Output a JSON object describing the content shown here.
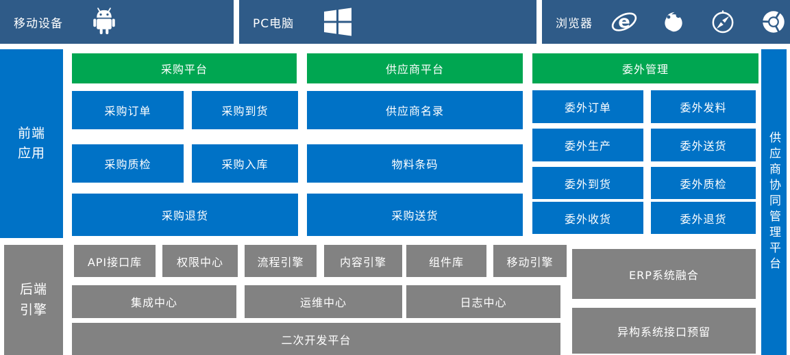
{
  "colors": {
    "topbar_blue": "#2F5B88",
    "node_blue": "#0072C6",
    "header_green": "#00A651",
    "backend_gray": "#828282",
    "text": "#ffffff"
  },
  "topbar": {
    "mobile_label": "移动设备",
    "mobile_icon": "android-icon",
    "pc_label": "PC电脑",
    "pc_icon": "windows-icon",
    "browser_label": "浏览器",
    "browser_icons": [
      "ie-icon",
      "firefox-icon",
      "safari-icon",
      "chrome-icon"
    ]
  },
  "sidebar": {
    "frontend_label": "前端\n应用",
    "backend_label": "后端\n引擎"
  },
  "right_bar": {
    "label": "供应商协同管理平台"
  },
  "platforms": {
    "procurement": {
      "header": "采购平台",
      "items": [
        "采购订单",
        "采购到货",
        "采购质检",
        "采购入库",
        "采购退货"
      ]
    },
    "supplier": {
      "header": "供应商平台",
      "items": [
        "供应商名录",
        "物料条码",
        "采购送货"
      ]
    },
    "outsourcing": {
      "header": "委外管理",
      "items": [
        "委外订单",
        "委外发料",
        "委外生产",
        "委外送货",
        "委外到货",
        "委外质检",
        "委外收货",
        "委外退货"
      ]
    }
  },
  "backend": {
    "engines": [
      "API接口库",
      "权限中心",
      "流程引擎",
      "内容引擎",
      "组件库",
      "移动引擎"
    ],
    "centers": [
      "集成中心",
      "运维中心",
      "日志中心"
    ],
    "dev_platform": "二次开发平台",
    "integration": [
      "ERP系统融合",
      "异构系统接口预留"
    ]
  }
}
